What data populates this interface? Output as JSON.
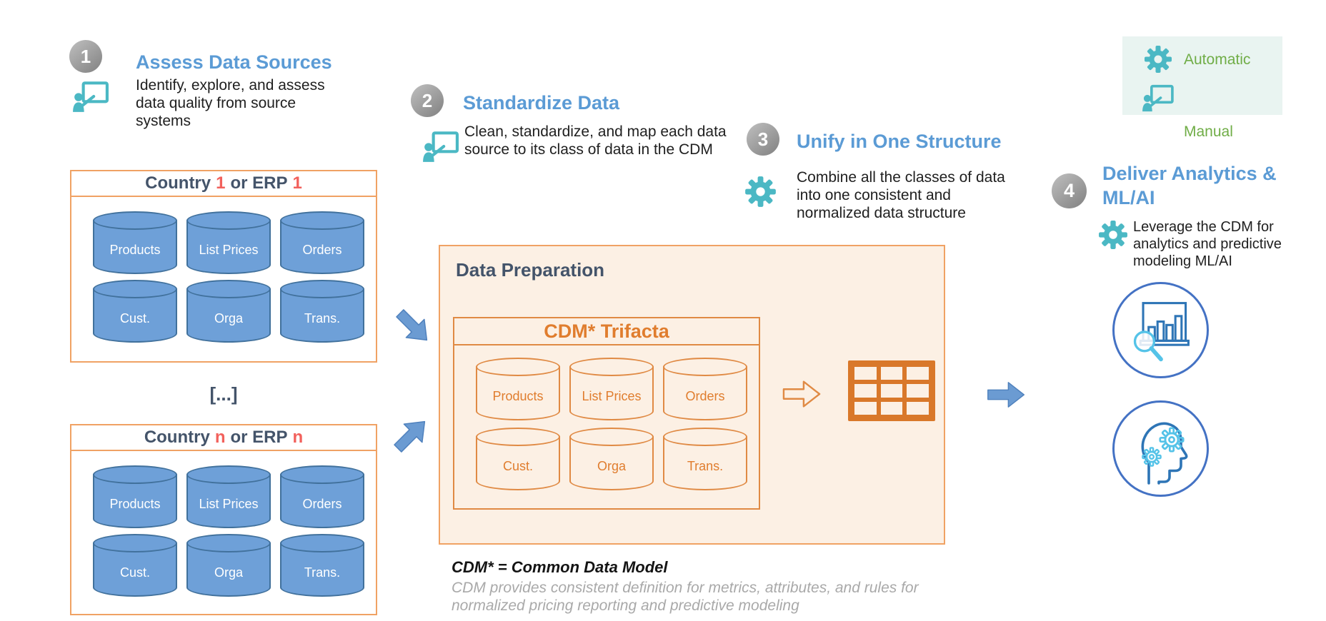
{
  "palette": {
    "step_title_blue": "#5B9BD5",
    "navy_text": "#44546A",
    "highlight_red": "#F2615C",
    "teal_icon": "#4BB8C4",
    "legend_green": "#70AD47",
    "legend_bg": "#E9F4F1",
    "orange_border_light": "#F0A264",
    "orange_dark": "#E07D2E",
    "cream_bg": "#FCF0E4",
    "cylinder_blue_fill": "#6EA0D8",
    "cylinder_blue_stroke": "#41719C",
    "arrow_blue": "#6B9BD2",
    "circle_outline_blue": "#4472C4",
    "icon_stroke_blue": "#2E75B6",
    "icon_cyan": "#55C3E8",
    "footnote_gray": "#A9A9A9"
  },
  "legend": {
    "automatic_label": "Automatic",
    "manual_label": "Manual"
  },
  "steps": [
    {
      "number": "1",
      "title": "Assess Data Sources",
      "description": "Identify, explore, and assess data quality from source systems",
      "mode": "manual"
    },
    {
      "number": "2",
      "title": "Standardize Data",
      "description": "Clean, standardize, and map each data source to its class of data in the CDM",
      "mode": "manual"
    },
    {
      "number": "3",
      "title": "Unify in One Structure",
      "description": "Combine all the classes of data into one consistent and normalized data structure",
      "mode": "automatic"
    },
    {
      "number": "4",
      "title": "Deliver Analytics & ML/AI",
      "description": "Leverage the CDM for analytics and predictive modeling ML/AI",
      "mode": "automatic"
    }
  ],
  "source_boxes": [
    {
      "header": {
        "prefix": "Country",
        "highlight1": "1",
        "middle": "or ERP",
        "highlight2": "1"
      },
      "cylinders": [
        "Products",
        "List Prices",
        "Orders",
        "Cust.",
        "Orga",
        "Trans."
      ]
    },
    {
      "header": {
        "prefix": "Country",
        "highlight1": "n",
        "middle": "or ERP",
        "highlight2": "n"
      },
      "cylinders": [
        "Products",
        "List Prices",
        "Orders",
        "Cust.",
        "Orga",
        "Trans."
      ]
    }
  ],
  "ellipsis": "[...]",
  "data_preparation": {
    "title": "Data Preparation",
    "cdm_title": "CDM* Trifacta",
    "cylinders": [
      "Products",
      "List Prices",
      "Orders",
      "Cust.",
      "Orga",
      "Trans."
    ]
  },
  "footnote": {
    "definition": "CDM* = Common Data Model",
    "note_line1": "CDM provides consistent definition for metrics, attributes, and rules for",
    "note_line2": "normalized pricing reporting and predictive modeling"
  }
}
